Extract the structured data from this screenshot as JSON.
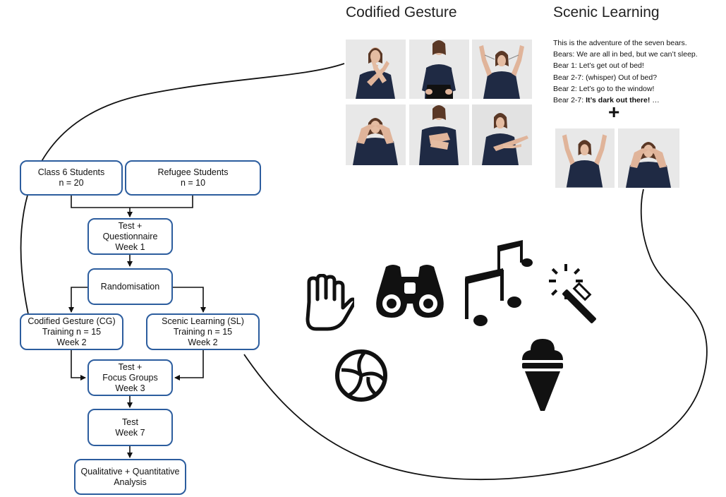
{
  "titles": {
    "codified": "Codified Gesture",
    "scenic": "Scenic Learning"
  },
  "script_lines": [
    {
      "text": "This is the adventure of the seven bears."
    },
    {
      "text": "Bears: We are all in bed, but we can’t sleep."
    },
    {
      "text": "Bear 1:    Let’s get out of bed!"
    },
    {
      "text": "Bear 2-7: (whisper) Out of bed?"
    },
    {
      "text": "Bear 2:    Let’s go to the window!"
    },
    {
      "prefix": "Bear 2-7: ",
      "bold": "It’s dark out there!",
      "suffix": " …"
    }
  ],
  "plus_sign": "+",
  "flowchart": {
    "class6": [
      "Class 6 Students",
      "n = 20"
    ],
    "refugee": [
      "Refugee Students",
      "n = 10"
    ],
    "test1": [
      "Test +",
      "Questionnaire",
      "Week 1"
    ],
    "randomisation": [
      "Randomisation"
    ],
    "cg": [
      "Codified Gesture (CG)",
      "Training   n = 15",
      "Week 2"
    ],
    "sl": [
      "Scenic Learning (SL)",
      "Training   n = 15",
      "Week 2"
    ],
    "test3": [
      "Test +",
      "Focus Groups",
      "Week 3"
    ],
    "test7": [
      "Test",
      "Week 7"
    ],
    "analysis": [
      "Qualitative + Quantitative",
      "Analysis"
    ]
  },
  "gesture_photos": [
    "raised-crossed-hands",
    "hands-at-waist",
    "hands-raised-to-ears",
    "hands-covering-eyes",
    "hand-on-chest",
    "pointing-gesture"
  ],
  "scenic_photos": [
    "hands-raised-to-ears",
    "hands-covering-eyes"
  ],
  "icons": [
    "hand-icon",
    "binoculars-icon",
    "music-notes-icon",
    "magic-wand-icon",
    "volleyball-icon",
    "ice-cream-icon"
  ],
  "colors": {
    "box_border": "#2c5d9e",
    "line": "#111111",
    "dress": "#1f2a44",
    "icon": "#111111"
  }
}
